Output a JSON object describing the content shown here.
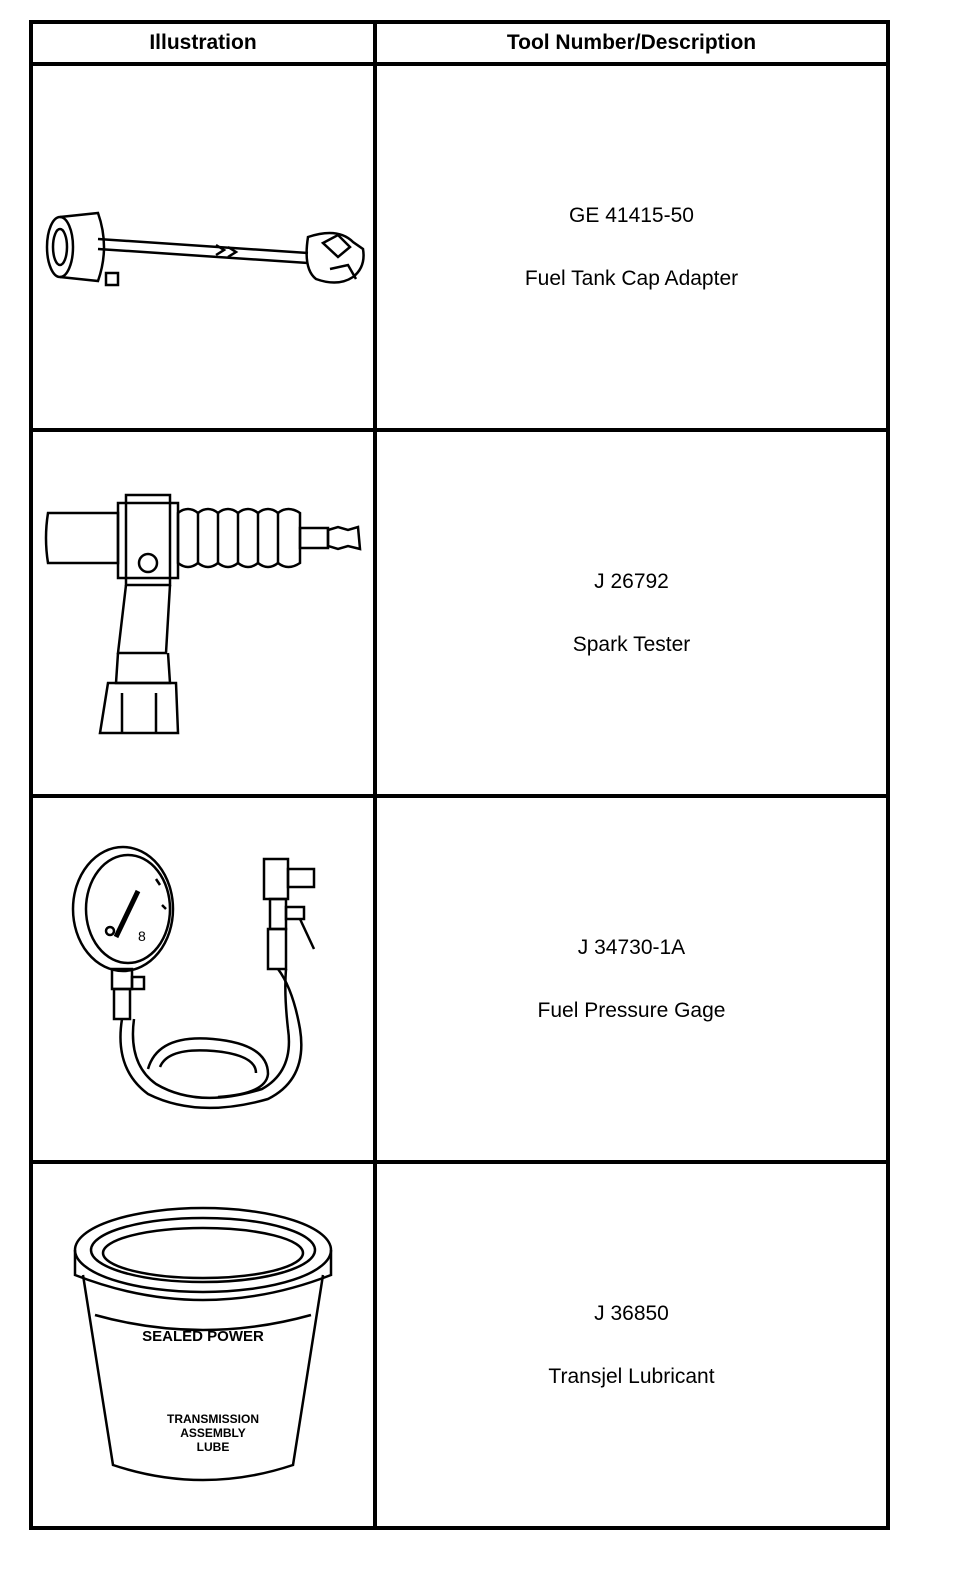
{
  "table": {
    "headers": [
      "Illustration",
      "Tool Number/Description"
    ],
    "rows": [
      {
        "number": "GE 41415-50",
        "description": "Fuel Tank Cap Adapter",
        "icon": "fuel-tank-cap-adapter-illustration"
      },
      {
        "number": "J 26792",
        "description": "Spark Tester",
        "icon": "spark-tester-illustration"
      },
      {
        "number": "J 34730-1A",
        "description": "Fuel Pressure Gage",
        "icon": "fuel-pressure-gage-illustration"
      },
      {
        "number": "J 36850",
        "description": "Transjel Lubricant",
        "icon": "transjel-lubricant-tub-illustration",
        "label_text": [
          "SEALED POWER",
          "TRANSMISSION",
          "ASSEMBLY",
          "LUBE"
        ]
      }
    ]
  }
}
